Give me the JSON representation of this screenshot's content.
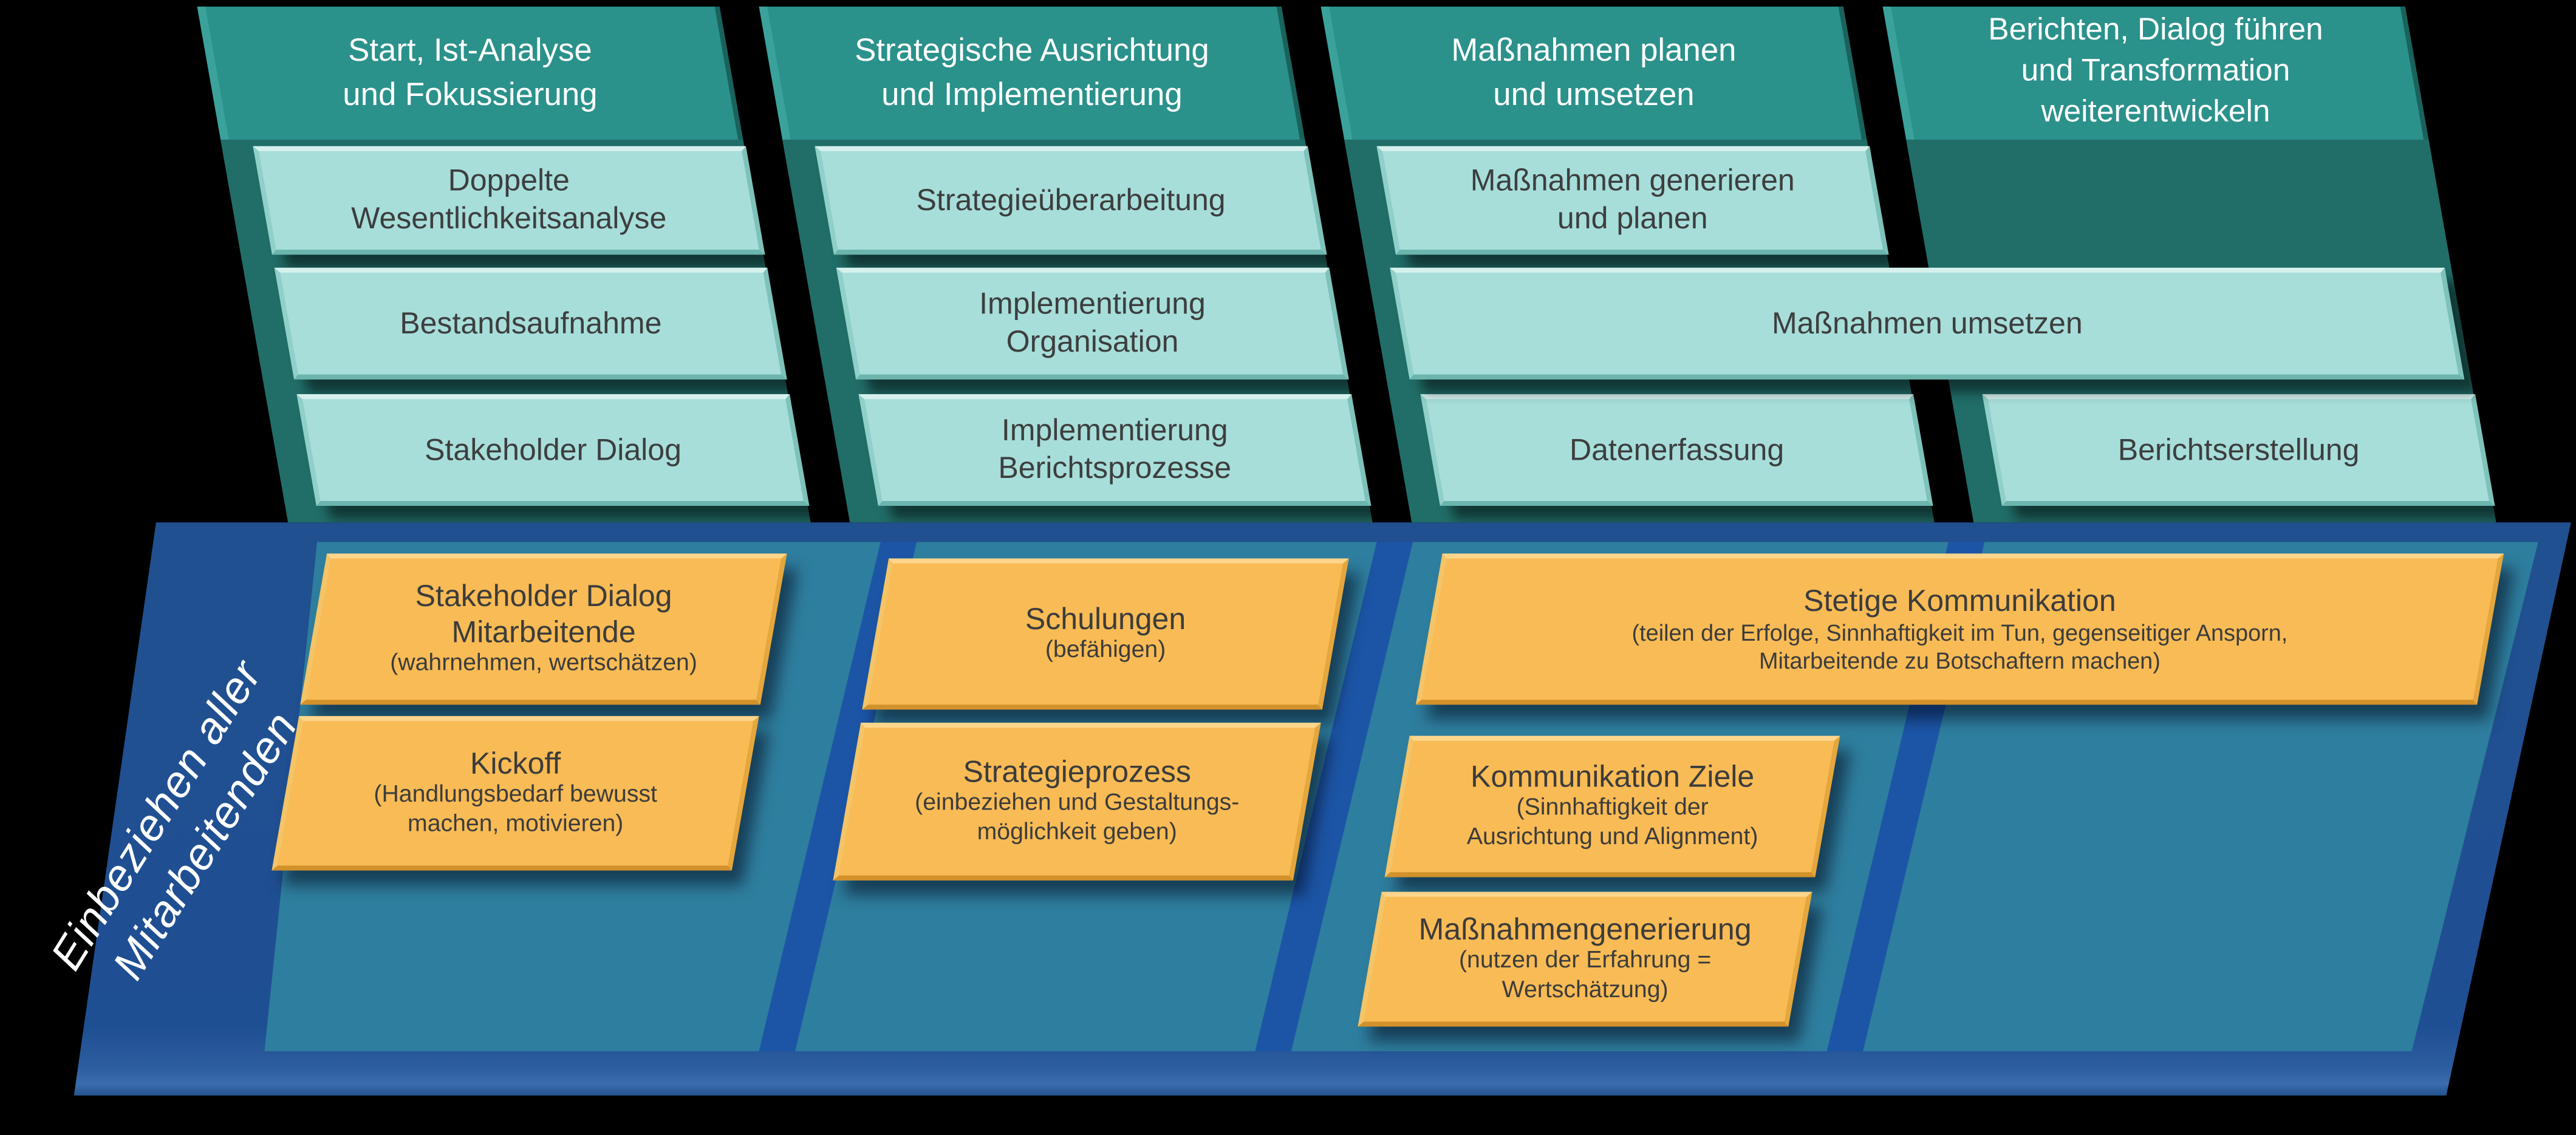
{
  "slide": {
    "type": "process-roadmap-diagram",
    "language": "de",
    "colors": {
      "background": "#000000",
      "phase_header_teal": "#2b918b",
      "phase_column_dark_teal": "#216d68",
      "task_box_light_teal": "#a7ded9",
      "band_blue": "#1f4f93",
      "band_gap_blue": "#1c55a6",
      "band_inner_teal": "#2e7e9f",
      "employee_box_orange": "#f9bb55",
      "dark_text": "#3d3e3e",
      "white_text": "#ffffff"
    },
    "top_columns": [
      {
        "header_lines": [
          "Start, Ist-Analyse",
          "und Fokussierung"
        ],
        "boxes": [
          {
            "lines": [
              "Doppelte",
              "Wesentlichkeitsanalyse"
            ]
          },
          {
            "lines": [
              "Bestandsaufnahme"
            ]
          },
          {
            "lines": [
              "Stakeholder Dialog"
            ]
          }
        ]
      },
      {
        "header_lines": [
          "Strategische Ausrichtung",
          "und Implementierung"
        ],
        "boxes": [
          {
            "lines": [
              "Strategieüberarbeitung"
            ]
          },
          {
            "lines": [
              "Implementierung",
              "Organisation"
            ]
          },
          {
            "lines": [
              "Implementierung",
              "Berichtsprozesse"
            ]
          }
        ]
      },
      {
        "header_lines": [
          "Maßnahmen planen",
          "und umsetzen"
        ],
        "boxes": [
          {
            "lines": [
              "Maßnahmen generieren",
              "und planen"
            ]
          },
          {
            "lines": [
              "Datenerfassung"
            ]
          }
        ]
      },
      {
        "header_lines": [
          "Berichten, Dialog führen",
          "und Transformation",
          "weiterentwickeln"
        ],
        "boxes": [
          {
            "lines": [
              "Berichtserstellung"
            ]
          }
        ]
      }
    ],
    "wide_box_label": "Maßnahmen umsetzen",
    "band": {
      "label_lines": [
        "Einbeziehen aller",
        "Mitarbeitenden"
      ],
      "boxes": [
        {
          "t": [
            "Stakeholder Dialog",
            "Mitarbeitende"
          ],
          "s": [
            "(wahrnehmen, wertschätzen)"
          ]
        },
        {
          "t": [
            "Kickoff"
          ],
          "s": [
            "(Handlungsbedarf bewusst",
            "machen, motivieren)"
          ]
        },
        {
          "t": [
            "Schulungen"
          ],
          "s": [
            "(befähigen)"
          ]
        },
        {
          "t": [
            "Strategieprozess"
          ],
          "s": [
            "(einbeziehen und Gestaltungs-",
            "möglichkeit geben)"
          ]
        },
        {
          "t": [
            "Stetige Kommunikation"
          ],
          "s": [
            "(teilen der Erfolge, Sinnhaftigkeit im Tun, gegenseitiger Ansporn,",
            "Mitarbeitende zu Botschaftern machen)"
          ]
        },
        {
          "t": [
            "Kommunikation Ziele"
          ],
          "s": [
            "(Sinnhaftigkeit der",
            "Ausrichtung und Alignment)"
          ]
        },
        {
          "t": [
            "Maßnahmengenerierung"
          ],
          "s": [
            "(nutzen der Erfahrung =",
            "Wertschätzung)"
          ]
        }
      ]
    }
  }
}
